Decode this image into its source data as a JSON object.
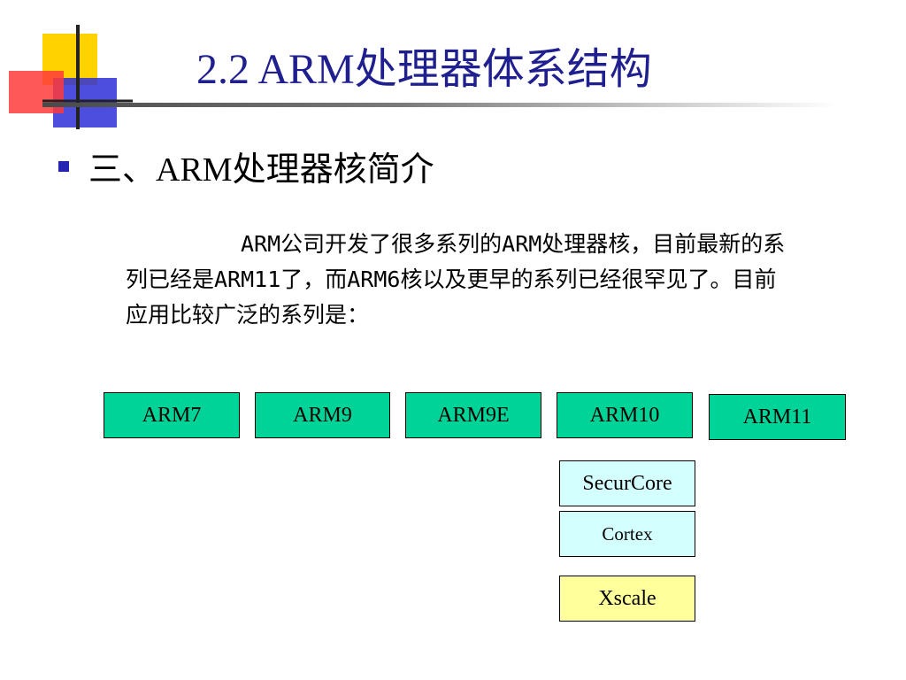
{
  "slide": {
    "title": "2.2  ARM处理器体系结构",
    "bullet": "三、ARM处理器核简介",
    "paragraph": "ARM公司开发了很多系列的ARM处理器核，目前最新的系列已经是ARM11了，而ARM6核以及更早的系列已经很罕见了。目前应用比较广泛的系列是："
  },
  "cores": {
    "main": [
      "ARM7",
      "ARM9",
      "ARM9E",
      "ARM10",
      "ARM11"
    ],
    "variants": [
      "SecurCore",
      "Cortex",
      "Xscale"
    ]
  },
  "colors": {
    "title": "#1f1f8f",
    "bullet": "#2424b0",
    "main_box": "#00d398",
    "variant_box": "#d4ffff",
    "xscale_box": "#ffff9c"
  }
}
